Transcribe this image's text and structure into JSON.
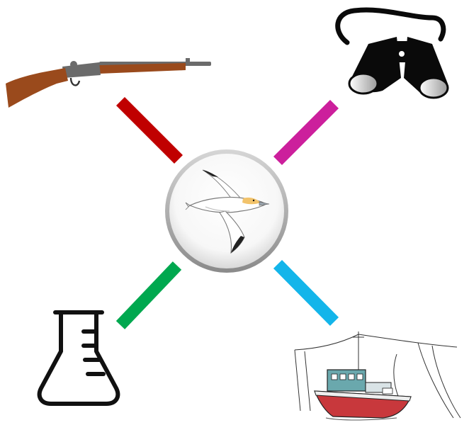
{
  "diagram": {
    "center": {
      "icon": "gannet-bird-icon"
    },
    "connectors": [
      {
        "id": "top-left",
        "color": "#c00000",
        "target_icon": "rifle-icon"
      },
      {
        "id": "top-right",
        "color": "#cc1f9c",
        "target_icon": "binoculars-icon"
      },
      {
        "id": "bottom-left",
        "color": "#00a84f",
        "target_icon": "lab-flask-icon"
      },
      {
        "id": "bottom-right",
        "color": "#13b5ea",
        "target_icon": "fishing-boat-icon"
      }
    ],
    "colors": {
      "rifle_wood": "#9a4a1c",
      "rifle_metal": "#6b6b6b",
      "boat_hull": "#c8383c",
      "boat_cabin": "#6aa8ad",
      "bird_head": "#f2c36b"
    }
  }
}
